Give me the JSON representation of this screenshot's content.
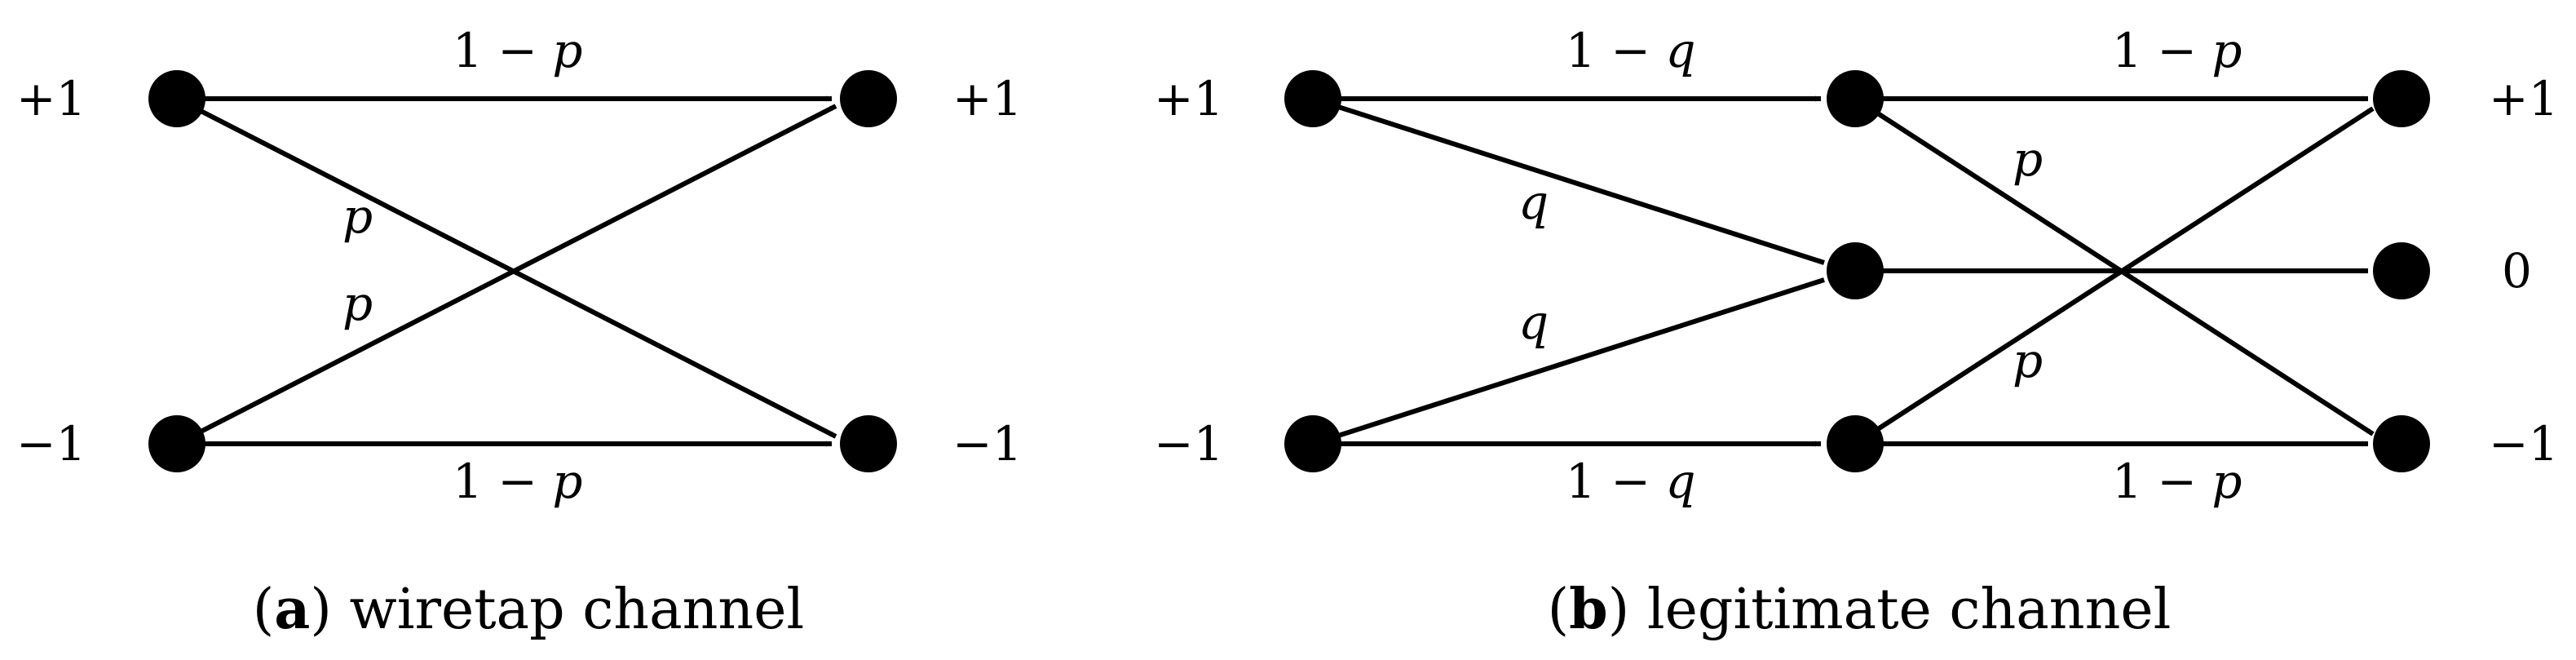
{
  "diagram_a": {
    "input_labels": [
      "+1",
      "−1"
    ],
    "output_labels": [
      "+1",
      "−1"
    ],
    "edge_labels": {
      "top_straight": "1 − ",
      "top_straight_var": "p",
      "cross_upper": "p",
      "cross_lower": "p",
      "bottom_straight": "1 − ",
      "bottom_straight_var": "p"
    },
    "caption": {
      "letter": "a",
      "text": " wiretap channel"
    }
  },
  "diagram_b": {
    "input_labels": [
      "+1",
      "−1"
    ],
    "output_labels": [
      "+1",
      "0",
      "−1"
    ],
    "edge_labels": {
      "stage1_top": "1 − ",
      "stage1_top_var": "q",
      "stage1_q_upper": "q",
      "stage1_q_lower": "q",
      "stage1_bottom": "1 − ",
      "stage1_bottom_var": "q",
      "stage2_top": "1 − ",
      "stage2_top_var": "p",
      "stage2_p_upper": "p",
      "stage2_p_lower": "p",
      "stage2_bottom": "1 − ",
      "stage2_bottom_var": "p"
    },
    "caption": {
      "letter": "b",
      "text": " legitimate channel"
    }
  },
  "colors": {
    "ink": "#000000",
    "background": "#ffffff"
  }
}
